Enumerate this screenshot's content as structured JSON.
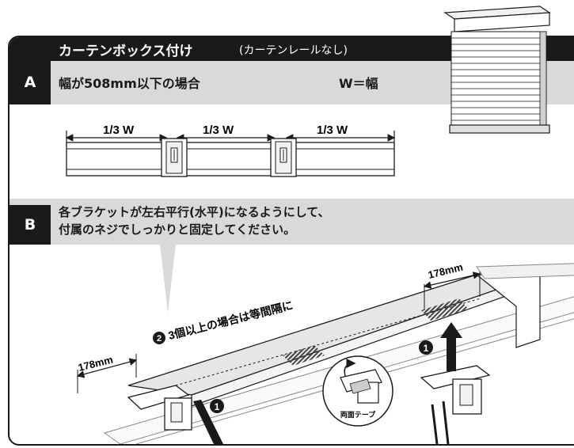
{
  "header": {
    "title": "カーテンボックス付け",
    "subtitle": "(カーテンレールなし)"
  },
  "section_a": {
    "label": "A",
    "condition": "幅が508mm以下の場合",
    "w_definition": "W＝幅",
    "spacing_labels": [
      "1/3 W",
      "1/3 W",
      "1/3 W"
    ]
  },
  "section_b": {
    "label": "B",
    "instruction_line1": "各ブラケットが左右平行(水平)になるようにして、",
    "instruction_line2": "付属のネジでしっかりと固定してください。",
    "dimension_left": "178mm",
    "dimension_right": "178mm",
    "note_marker": "2",
    "note_text": "3個以上の場合は等間隔に",
    "step_marker_left": "1",
    "step_marker_right": "1",
    "tape_label": "両面テープ"
  },
  "colors": {
    "band_gray": "#d9d9d9",
    "dark": "#1a1a1a",
    "hatch": "#444444"
  }
}
